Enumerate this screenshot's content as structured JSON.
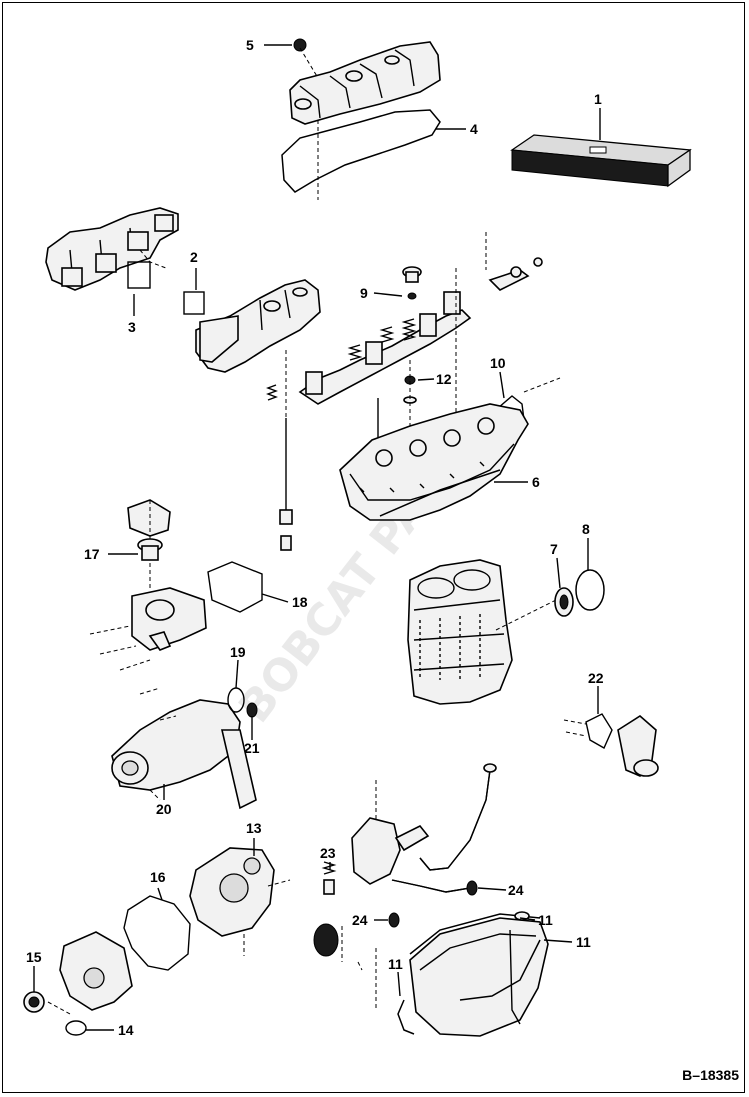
{
  "diagram": {
    "figure_ref": "B–18385",
    "callouts": [
      {
        "id": "c1",
        "label": "1"
      },
      {
        "id": "c2",
        "label": "2"
      },
      {
        "id": "c3",
        "label": "3"
      },
      {
        "id": "c4",
        "label": "4"
      },
      {
        "id": "c5",
        "label": "5"
      },
      {
        "id": "c6",
        "label": "6"
      },
      {
        "id": "c7",
        "label": "7"
      },
      {
        "id": "c8",
        "label": "8"
      },
      {
        "id": "c9",
        "label": "9"
      },
      {
        "id": "c10",
        "label": "10"
      },
      {
        "id": "c11a",
        "label": "11"
      },
      {
        "id": "c11b",
        "label": "11"
      },
      {
        "id": "c11c",
        "label": "11"
      },
      {
        "id": "c12",
        "label": "12"
      },
      {
        "id": "c13",
        "label": "13"
      },
      {
        "id": "c14",
        "label": "14"
      },
      {
        "id": "c15",
        "label": "15"
      },
      {
        "id": "c16",
        "label": "16"
      },
      {
        "id": "c17",
        "label": "17"
      },
      {
        "id": "c18",
        "label": "18"
      },
      {
        "id": "c19",
        "label": "19"
      },
      {
        "id": "c20",
        "label": "20"
      },
      {
        "id": "c21",
        "label": "21"
      },
      {
        "id": "c22",
        "label": "22"
      },
      {
        "id": "c23",
        "label": "23"
      },
      {
        "id": "c24a",
        "label": "24"
      },
      {
        "id": "c24b",
        "label": "24"
      }
    ]
  }
}
